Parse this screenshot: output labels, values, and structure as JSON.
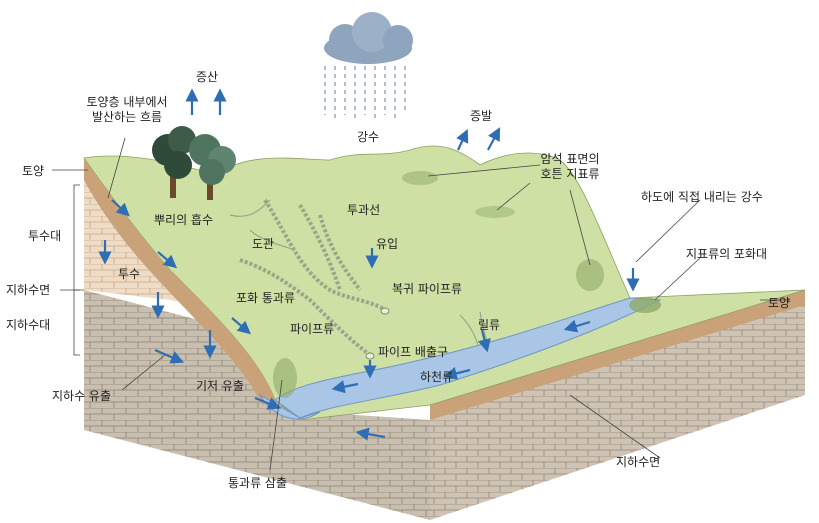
{
  "labels": {
    "evaporation_top": "증산",
    "soil_internal_flow": "토양층 내부에서\n발산하는 흐름",
    "soil_left": "토양",
    "infiltration_zone": "투수대",
    "water_table_left": "지하수면",
    "groundwater_zone": "지하수대",
    "groundwater_outflow": "지하수 유출",
    "root_uptake": "뿌리의 흡수",
    "percolation_label": "투수",
    "conduit": "도관",
    "infiltration_line": "투과선",
    "inflow": "유입",
    "return_pipeflow": "복귀 파이프류",
    "saturated_throughflow": "포화 통과류",
    "pipeflow": "파이프류",
    "rill": "릴류",
    "pipe_outlet": "파이프 배출구",
    "river_flow": "하천류",
    "base_outflow": "기저 유출",
    "throughflow_seepage": "통과류 삼출",
    "precipitation": "강수",
    "evaporation_right": "증발",
    "overland_flow": "암석 표면의\n호튼 지표류",
    "direct_channel_rain": "하도에 직접 내리는 강수",
    "saturation_overland": "지표류의 포화대",
    "soil_right": "토양",
    "water_table_bottom": "지하수면"
  },
  "colors": {
    "surface_green": "#cfe0a4",
    "soil_brown": "#c9a27a",
    "brick_light": "#ecd9c2",
    "brick_dark": "#b9ad9c",
    "water_blue": "#a9c6e6",
    "arrow_blue": "#2f6eb5"
  },
  "icons": {
    "cloud": "rain-cloud-icon",
    "trees": "tree-icon"
  }
}
